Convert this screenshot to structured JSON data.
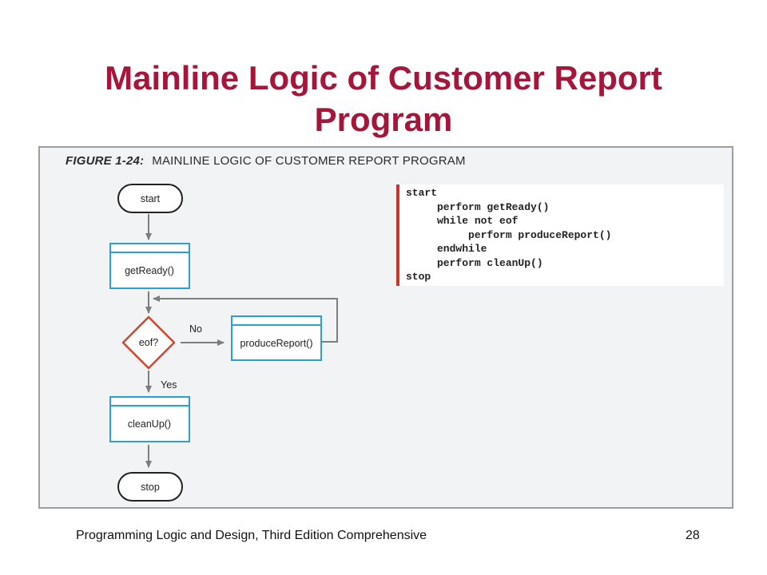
{
  "slide": {
    "title_line1": "Mainline Logic of Customer Report",
    "title_line2": "Program",
    "footer": "Programming Logic and Design, Third Edition Comprehensive",
    "page_number": "28"
  },
  "figure": {
    "label": "FIGURE 1-24:",
    "caption": "MAINLINE LOGIC OF CUSTOMER REPORT PROGRAM"
  },
  "flowchart": {
    "start": "start",
    "get_ready": "getReady()",
    "decision": "eof?",
    "no_label": "No",
    "produce_report": "produceReport()",
    "yes_label": "Yes",
    "clean_up": "cleanUp()",
    "stop": "stop"
  },
  "pseudocode": [
    "start",
    "     perform getReady()",
    "     while not eof",
    "          perform produceReport()",
    "     endwhile",
    "     perform cleanUp()",
    "stop"
  ],
  "colors": {
    "title": "#a6153a",
    "module_border": "#2a9fd6",
    "decision_border": "#d0452f",
    "pseudocode_bar": "#c0392b"
  }
}
